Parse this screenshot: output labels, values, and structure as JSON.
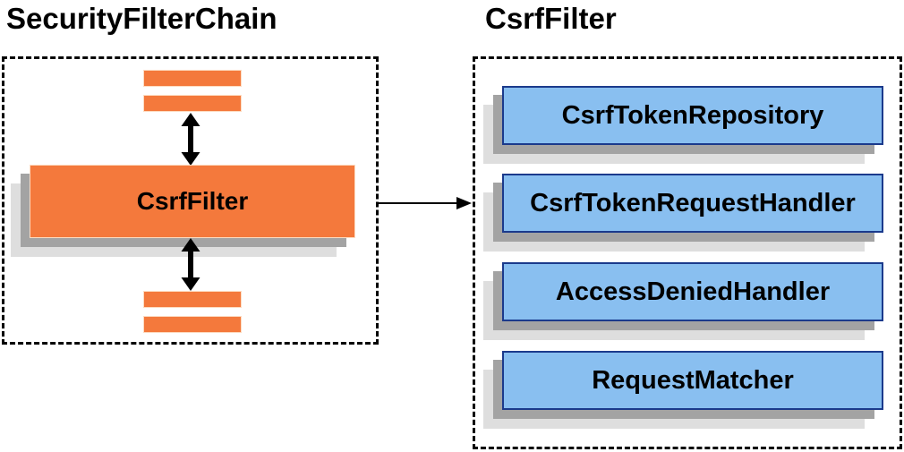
{
  "diagram": {
    "left_panel": {
      "title": "SecurityFilterChain",
      "filter_box_label": "CsrfFilter"
    },
    "right_panel": {
      "title": "CsrfFilter",
      "components": [
        "CsrfTokenRepository",
        "CsrfTokenRequestHandler",
        "AccessDeniedHandler",
        "RequestMatcher"
      ]
    },
    "icons": {
      "bidirectional_arrow": "↕",
      "flow_arrow": "→"
    },
    "colors": {
      "orange_fill": "#F4793C",
      "blue_fill": "#89BFF0",
      "blue_border": "#1B3A8C",
      "shadow_dark": "#A3A3A3",
      "shadow_light": "#DEDEDE",
      "line_black": "#000000"
    }
  }
}
